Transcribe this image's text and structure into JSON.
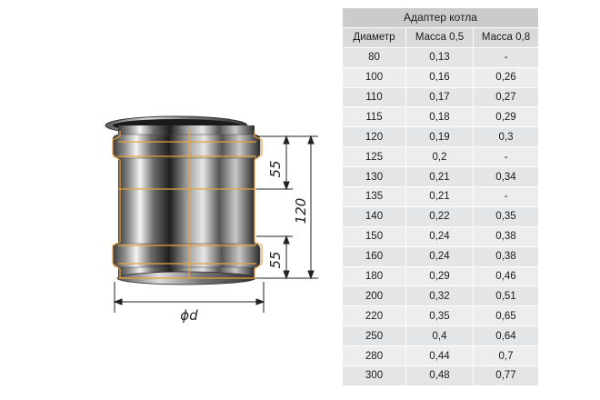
{
  "table": {
    "title": "Адаптер котла",
    "headers": [
      "Диаметр",
      "Масса 0,5",
      "Масса 0,8"
    ],
    "rows": [
      [
        "80",
        "0,13",
        "-"
      ],
      [
        "100",
        "0,16",
        "0,26"
      ],
      [
        "110",
        "0,17",
        "0,27"
      ],
      [
        "115",
        "0,18",
        "0,29"
      ],
      [
        "120",
        "0,19",
        "0,3"
      ],
      [
        "125",
        "0,2",
        "-"
      ],
      [
        "130",
        "0,21",
        "0,34"
      ],
      [
        "135",
        "0,21",
        "-"
      ],
      [
        "140",
        "0,22",
        "0,35"
      ],
      [
        "150",
        "0,24",
        "0,38"
      ],
      [
        "160",
        "0,24",
        "0,38"
      ],
      [
        "180",
        "0,29",
        "0,46"
      ],
      [
        "200",
        "0,32",
        "0,51"
      ],
      [
        "220",
        "0,35",
        "0,65"
      ],
      [
        "250",
        "0,4",
        "0,64"
      ],
      [
        "280",
        "0,44",
        "0,7"
      ],
      [
        "300",
        "0,48",
        "0,77"
      ]
    ]
  },
  "drawing": {
    "dim_top": "55",
    "dim_bottom": "55",
    "dim_total": "120",
    "dim_diameter": "ϕd"
  },
  "colors": {
    "outline": "#e8a23a",
    "dimension_line": "#222222",
    "steel_dark": "#2b2b2b",
    "steel_light": "#f2f2f2"
  }
}
